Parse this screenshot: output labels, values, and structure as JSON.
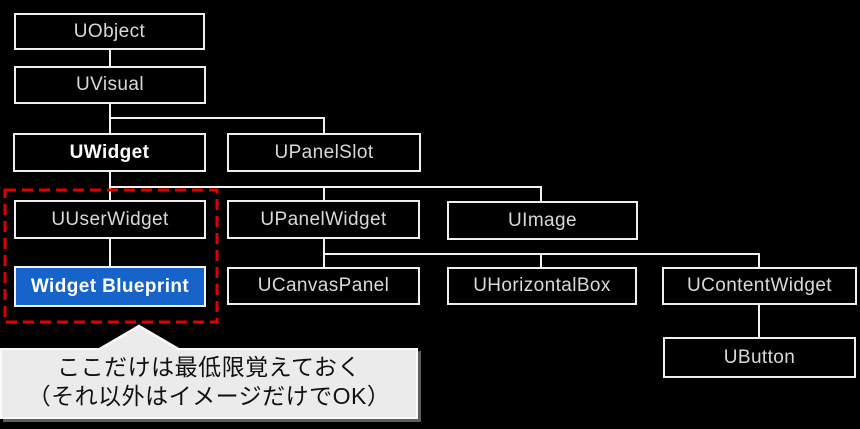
{
  "diagram": {
    "nodes": {
      "uobject": {
        "label": "UObject"
      },
      "uvisual": {
        "label": "UVisual"
      },
      "uwidget": {
        "label": "UWidget"
      },
      "upanelslot": {
        "label": "UPanelSlot"
      },
      "uuserwidget": {
        "label": "UUserWidget"
      },
      "upanelwidget": {
        "label": "UPanelWidget"
      },
      "uimage": {
        "label": "UImage"
      },
      "widgetblueprint": {
        "label": "Widget Blueprint"
      },
      "ucanvaspanel": {
        "label": "UCanvasPanel"
      },
      "uhorizontalbox": {
        "label": "UHorizontalBox"
      },
      "ucontentwidget": {
        "label": "UContentWidget"
      },
      "ubutton": {
        "label": "UButton"
      }
    },
    "edges": [
      [
        "UObject",
        "UVisual"
      ],
      [
        "UVisual",
        "UWidget"
      ],
      [
        "UVisual",
        "UPanelSlot"
      ],
      [
        "UWidget",
        "UUserWidget"
      ],
      [
        "UWidget",
        "UPanelWidget"
      ],
      [
        "UWidget",
        "UImage"
      ],
      [
        "UUserWidget",
        "Widget Blueprint"
      ],
      [
        "UPanelWidget",
        "UCanvasPanel"
      ],
      [
        "UPanelWidget",
        "UHorizontalBox"
      ],
      [
        "UPanelWidget",
        "UContentWidget"
      ],
      [
        "UContentWidget",
        "UButton"
      ]
    ],
    "colors": {
      "background": "#000000",
      "box_border": "#efefef",
      "box_text": "#d9d9d9",
      "highlight_fill": "#1663c9",
      "highlight_text": "#ffffff",
      "emphasis_dash": "#e00000",
      "connector": "#f2f2f2",
      "callout_fill": "#ebebeb",
      "callout_text": "#111111"
    },
    "callout": {
      "line1": "ここだけは最低限覚えておく",
      "line2": "（それ以外はイメージだけでOK）"
    }
  }
}
